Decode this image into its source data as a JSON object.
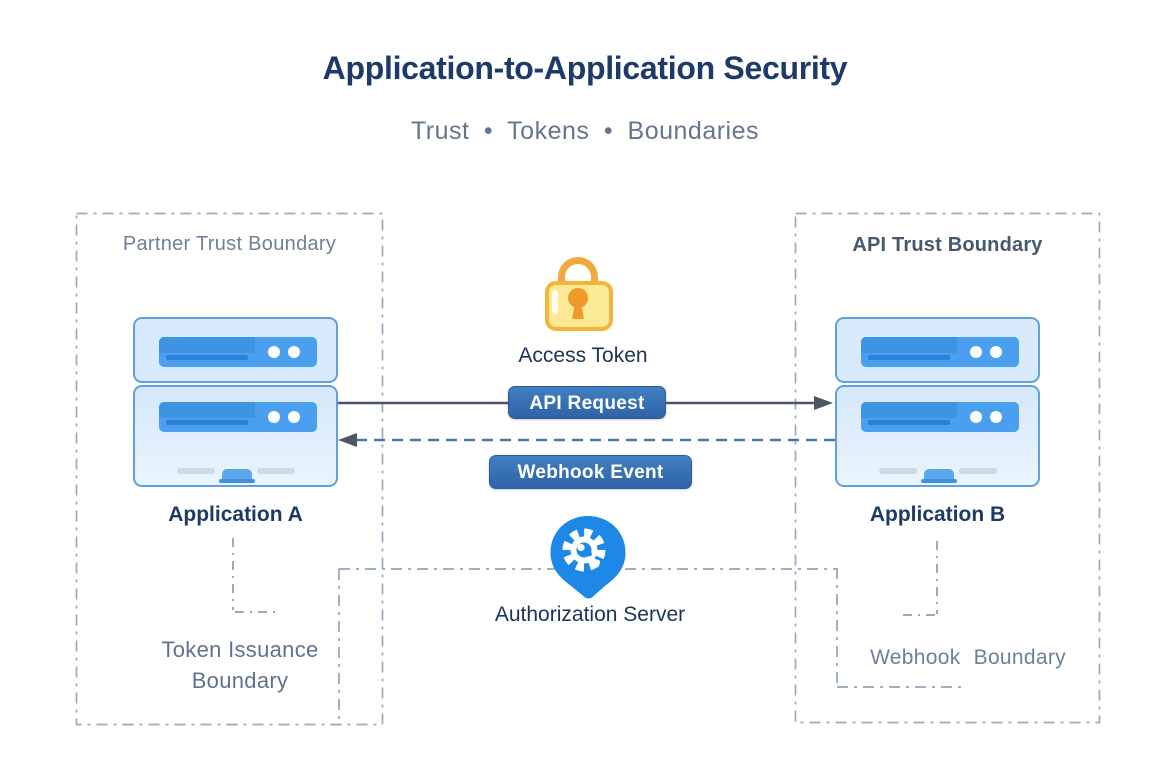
{
  "header": {
    "title": "Application-to-Application Security",
    "subtitle": "Trust • Tokens • Boundaries"
  },
  "boundaries": {
    "partner": {
      "label": "Partner Trust Boundary"
    },
    "api": {
      "label": "API Trust Boundary"
    },
    "token_issuance": {
      "line1": "Token Issuance",
      "line2": "Boundary"
    },
    "webhook": {
      "label": "Webhook Boundary"
    }
  },
  "nodes": {
    "app_a": {
      "label": "Application A",
      "icon": "server-icon"
    },
    "app_b": {
      "label": "Application B",
      "icon": "server-icon"
    },
    "access_token": {
      "label": "Access Token",
      "icon": "lock-icon"
    },
    "auth_server": {
      "label": "Authorization Server",
      "icon": "gear-pin-icon"
    }
  },
  "flows": {
    "api_request": {
      "label": "API Request",
      "from": "Application A",
      "to": "Application B",
      "line_style": "solid"
    },
    "webhook_event": {
      "label": "Webhook Event",
      "from": "Application B",
      "to": "Application A",
      "line_style": "dashed"
    }
  },
  "colors": {
    "title_navy": "#1d3a69",
    "subtitle_gray": "#64758c",
    "boundary_dash": "#9aabbf",
    "boundary_label_gray": "#6f8097",
    "api_label_dark": "#47586d",
    "badge_blue_top": "#4080c2",
    "badge_blue_bottom": "#2f63a6",
    "arrow_dark": "#4d5664",
    "webhook_dash_blue": "#4b76ab",
    "server_fill": "#d8eafb",
    "server_border": "#61a0dc",
    "server_bar_blue": "#4aa0ee",
    "lock_body": "#fbe993",
    "lock_border": "#f5b33c",
    "lock_keyhole": "#f0992b",
    "pin_blue": "#1e88e6",
    "issuance_label_gray": "#5f7291"
  }
}
